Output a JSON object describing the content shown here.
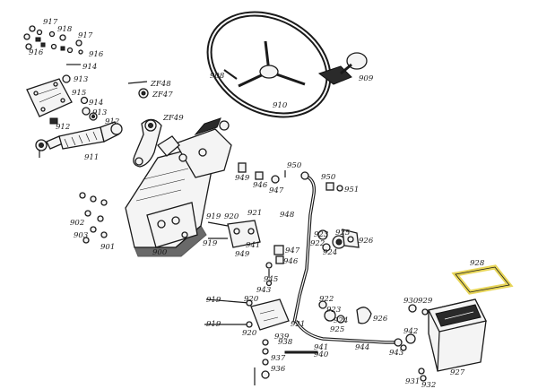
{
  "labels": {
    "l917a": "917",
    "l918": "918",
    "l917b": "917",
    "l916a": "916",
    "l916b": "916",
    "l914a": "914",
    "l913a": "913",
    "l915": "915",
    "l914b": "914",
    "l913b": "913",
    "l912a": "912",
    "l912b": "912",
    "l911": "911",
    "lzf48": "ZF48",
    "lzf47": "ZF47",
    "lzf49": "ZF49",
    "l908": "908",
    "l910": "910",
    "l909": "909",
    "l950a": "950",
    "l950b": "950",
    "l951": "951",
    "l949": "949",
    "l946a": "946",
    "l947a": "947",
    "l902": "902",
    "l903": "903",
    "l901": "901",
    "l900": "900",
    "l919a": "919",
    "l920a": "920",
    "l921a": "921",
    "l919b": "919",
    "l948": "948",
    "l941a": "941",
    "l949b": "949",
    "l947b": "947",
    "l946b": "946",
    "l945": "945",
    "l943": "943",
    "l922a": "922",
    "l923a": "923",
    "l924a": "924",
    "l925a": "925",
    "l926a": "926",
    "l928": "928",
    "l919c": "919",
    "l920b": "920",
    "l919d": "919",
    "l920c": "920",
    "l922b": "922",
    "l923b": "923",
    "l924b": "924",
    "l925b": "925",
    "l926b": "926",
    "l930": "930",
    "l929": "929",
    "l921b": "921",
    "l939": "939",
    "l938": "938",
    "l941b": "941",
    "l940": "940",
    "l937": "937",
    "l936": "936",
    "l944": "944",
    "l942": "942",
    "l943b": "943",
    "l927": "927",
    "l931": "931",
    "l932": "932"
  },
  "highlight_color": "#e8d65a"
}
